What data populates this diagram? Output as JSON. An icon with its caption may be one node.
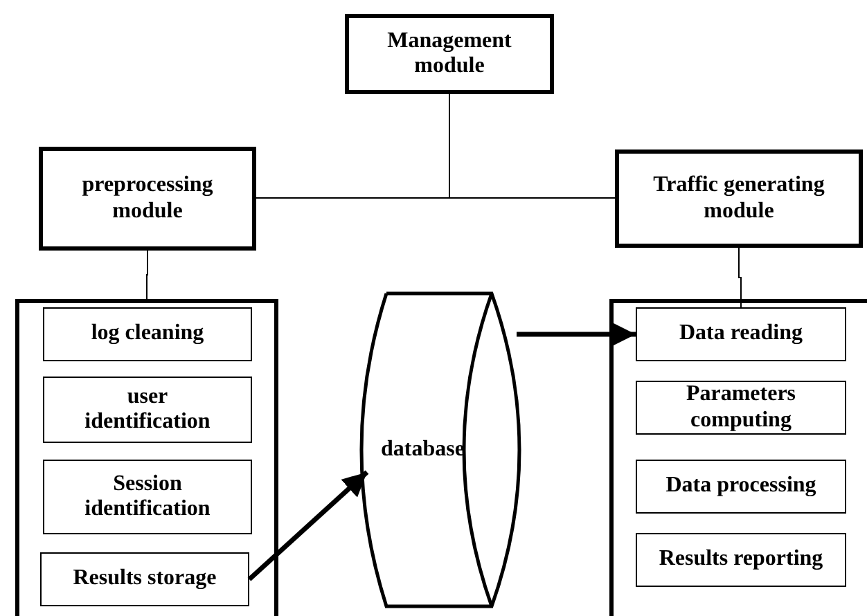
{
  "diagram": {
    "nodes": [
      {
        "text": [
          "Management module"
        ]
      },
      {
        "text": [
          "preprocessing module"
        ]
      },
      {
        "text": [
          "Traffic generating module"
        ]
      },
      {
        "text": [],
        "shape": "box"
      },
      {
        "text": [
          "log cleaning"
        ],
        "in": 3
      },
      {
        "text": [
          "user identification"
        ],
        "in": 3
      },
      {
        "text": [
          "Session identification"
        ],
        "in": 3
      },
      {
        "text": [
          "Results storage"
        ],
        "in": 3
      },
      {
        "text": [
          "database"
        ]
      },
      {
        "text": [],
        "shape": "box"
      },
      {
        "text": [
          "Data reading"
        ],
        "in": 9
      },
      {
        "text": [
          "Parameters computing"
        ],
        "in": 9
      },
      {
        "text": [
          "Data processing"
        ],
        "in": 9
      },
      {
        "text": [
          "Results reporting"
        ],
        "in": 9
      }
    ],
    "edges": [
      {
        "from": 0,
        "to": 1,
        "arrow": "none"
      },
      {
        "from": 0,
        "to": 2,
        "arrow": "none"
      },
      {
        "from": 1,
        "to": 3,
        "arrow": "none"
      },
      {
        "from": 2,
        "to": 10,
        "arrow": "none"
      },
      {
        "from": 7,
        "to": 8,
        "arrow": "to",
        "style": "thick"
      },
      {
        "from": 8,
        "to": 10,
        "arrow": "to",
        "style": "thick"
      }
    ]
  }
}
